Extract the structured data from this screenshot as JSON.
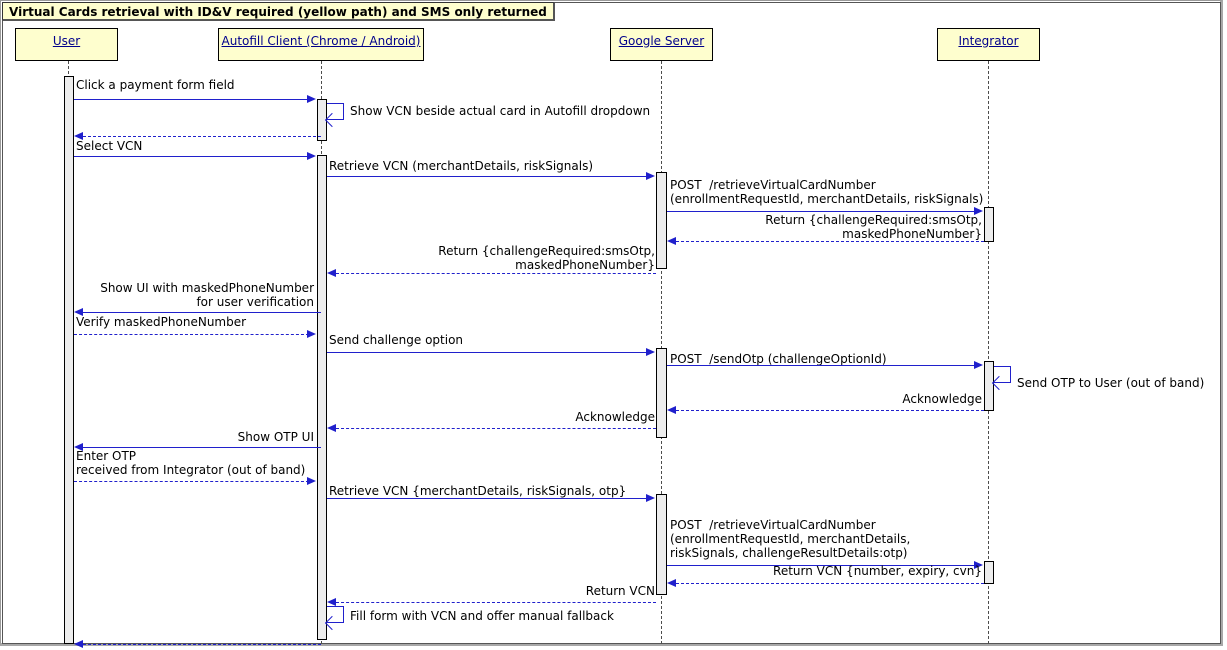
{
  "diagram": {
    "title": "Virtual Cards retrieval with ID&V required (yellow path) and SMS only returned",
    "type": "uml-sequence-diagram",
    "colors": {
      "participant_fill": "#FEFECE",
      "participant_border": "#000000",
      "participant_text": "#00008B",
      "arrow": "#2020CC",
      "activation_fill": "#EDEDED",
      "lifeline": "#4D4D4D"
    }
  },
  "participants": [
    {
      "id": "user",
      "label": "User"
    },
    {
      "id": "autofill",
      "label": "Autofill Client (Chrome / Android)"
    },
    {
      "id": "google",
      "label": "Google Server"
    },
    {
      "id": "integrator",
      "label": "Integrator"
    }
  ],
  "messages": [
    {
      "n": 1,
      "from": "user",
      "to": "autofill",
      "style": "solid",
      "dir": "right",
      "label": "Click a payment form field"
    },
    {
      "n": 2,
      "from": "autofill",
      "to": "autofill",
      "style": "self",
      "dir": "self",
      "label": "Show VCN beside actual card in Autofill dropdown"
    },
    {
      "n": 3,
      "from": "autofill",
      "to": "user",
      "style": "dashed",
      "dir": "left",
      "label": ""
    },
    {
      "n": 4,
      "from": "user",
      "to": "autofill",
      "style": "solid",
      "dir": "right",
      "label": "Select VCN"
    },
    {
      "n": 5,
      "from": "autofill",
      "to": "google",
      "style": "solid",
      "dir": "right",
      "label": "Retrieve VCN (merchantDetails, riskSignals)"
    },
    {
      "n": 6,
      "from": "google",
      "to": "integrator",
      "style": "solid",
      "dir": "right",
      "label": "POST /retrieveVirtualCardNumber\n(enrollmentRequestId, merchantDetails, riskSignals)"
    },
    {
      "n": 7,
      "from": "integrator",
      "to": "google",
      "style": "dashed",
      "dir": "left",
      "label": "Return {challengeRequired:smsOtp,\nmaskedPhoneNumber}"
    },
    {
      "n": 8,
      "from": "google",
      "to": "autofill",
      "style": "dashed",
      "dir": "left",
      "label": "Return {challengeRequired:smsOtp,\nmaskedPhoneNumber}"
    },
    {
      "n": 9,
      "from": "autofill",
      "to": "user",
      "style": "solid",
      "dir": "left",
      "label": "Show UI with maskedPhoneNumber\nfor user verification"
    },
    {
      "n": 10,
      "from": "user",
      "to": "autofill",
      "style": "dashed",
      "dir": "right",
      "label": "Verify maskedPhoneNumber"
    },
    {
      "n": 11,
      "from": "autofill",
      "to": "google",
      "style": "solid",
      "dir": "right",
      "label": "Send challenge option"
    },
    {
      "n": 12,
      "from": "google",
      "to": "integrator",
      "style": "solid",
      "dir": "right",
      "label": "POST /sendOtp (challengeOptionId)"
    },
    {
      "n": 13,
      "from": "integrator",
      "to": "integrator",
      "style": "self",
      "dir": "self",
      "label": "Send OTP to User (out of band)"
    },
    {
      "n": 14,
      "from": "integrator",
      "to": "google",
      "style": "dashed",
      "dir": "left",
      "label": "Acknowledge"
    },
    {
      "n": 15,
      "from": "google",
      "to": "autofill",
      "style": "dashed",
      "dir": "left",
      "label": "Acknowledge"
    },
    {
      "n": 16,
      "from": "autofill",
      "to": "user",
      "style": "solid",
      "dir": "left",
      "label": "Show OTP UI"
    },
    {
      "n": 17,
      "from": "user",
      "to": "autofill",
      "style": "dashed",
      "dir": "right",
      "label": "Enter OTP\nreceived from Integrator (out of band)"
    },
    {
      "n": 18,
      "from": "autofill",
      "to": "google",
      "style": "solid",
      "dir": "right",
      "label": "Retrieve VCN {merchantDetails, riskSignals, otp}"
    },
    {
      "n": 19,
      "from": "google",
      "to": "integrator",
      "style": "solid",
      "dir": "right",
      "label": "POST /retrieveVirtualCardNumber\n(enrollmentRequestId, merchantDetails,\nriskSignals, challengeResultDetails:otp)"
    },
    {
      "n": 20,
      "from": "integrator",
      "to": "google",
      "style": "dashed",
      "dir": "left",
      "label": "Return VCN {number, expiry, cvn}"
    },
    {
      "n": 21,
      "from": "google",
      "to": "autofill",
      "style": "dashed",
      "dir": "left",
      "label": "Return VCN"
    },
    {
      "n": 22,
      "from": "autofill",
      "to": "autofill",
      "style": "self",
      "dir": "self",
      "label": "Fill form with VCN and offer manual fallback"
    },
    {
      "n": 23,
      "from": "autofill",
      "to": "user",
      "style": "dashed",
      "dir": "left",
      "label": ""
    }
  ],
  "labels": {
    "m1": "Click a payment form field",
    "m2": "Show VCN beside actual card in Autofill dropdown",
    "m4": "Select VCN",
    "m5": "Retrieve VCN (merchantDetails, riskSignals)",
    "m6a": "POST  /retrieveVirtualCardNumber",
    "m6b": "(enrollmentRequestId, merchantDetails, riskSignals)",
    "m7a": "Return {challengeRequired:smsOtp,",
    "m7b": "maskedPhoneNumber}",
    "m8a": "Return {challengeRequired:smsOtp,",
    "m8b": "maskedPhoneNumber}",
    "m9a": "Show UI with maskedPhoneNumber",
    "m9b": "for user verification",
    "m10": "Verify maskedPhoneNumber",
    "m11": "Send challenge option",
    "m12": "POST  /sendOtp (challengeOptionId)",
    "m13": "Send OTP to User (out of band)",
    "m14": "Acknowledge",
    "m15": "Acknowledge",
    "m16": "Show OTP UI",
    "m17a": "Enter OTP",
    "m17b": "received from Integrator (out of band)",
    "m18": "Retrieve VCN {merchantDetails, riskSignals, otp}",
    "m19a": "POST  /retrieveVirtualCardNumber",
    "m19b": "(enrollmentRequestId, merchantDetails,",
    "m19c": "riskSignals, challengeResultDetails:otp)",
    "m20": "Return VCN {number, expiry, cvn}",
    "m21": "Return VCN",
    "m22": "Fill form with VCN and offer manual fallback"
  }
}
